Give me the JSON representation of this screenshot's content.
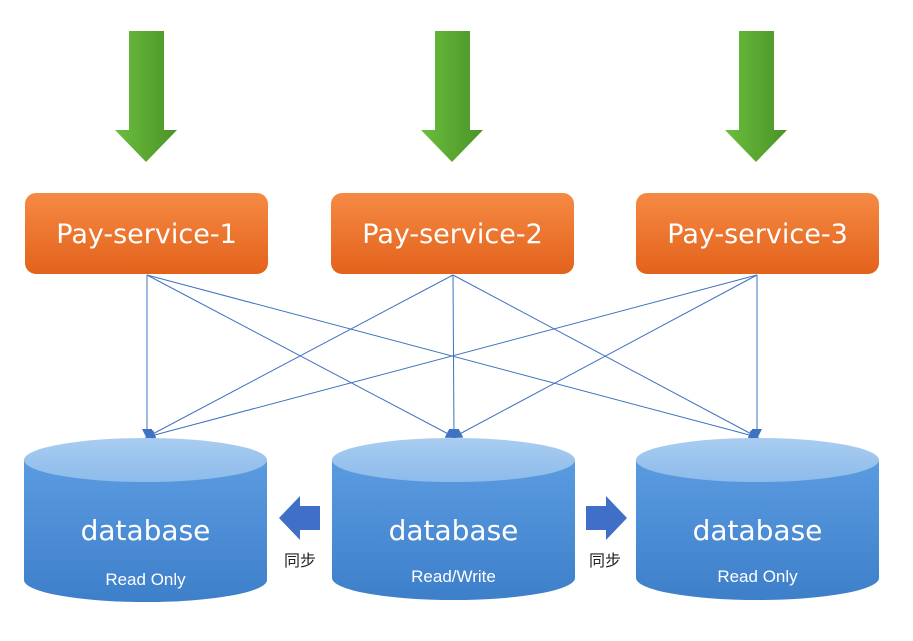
{
  "services": [
    {
      "label": "Pay-service-1"
    },
    {
      "label": "Pay-service-2"
    },
    {
      "label": "Pay-service-3"
    }
  ],
  "databases": [
    {
      "title": "database",
      "mode": "Read Only"
    },
    {
      "title": "database",
      "mode": "Read/Write"
    },
    {
      "title": "database",
      "mode": "Read Only"
    }
  ],
  "sync_arrows": [
    {
      "label": "同步",
      "direction": "left"
    },
    {
      "label": "同步",
      "direction": "right"
    }
  ],
  "connections": "each service connects to every database",
  "colors": {
    "incoming_arrow": "#5aa832",
    "service_box": "#ea6d22",
    "database": "#4d8fd6",
    "database_top": "#9cc3ec",
    "connector": "#3f72c1",
    "sync_arrow": "#3f6fc6"
  }
}
